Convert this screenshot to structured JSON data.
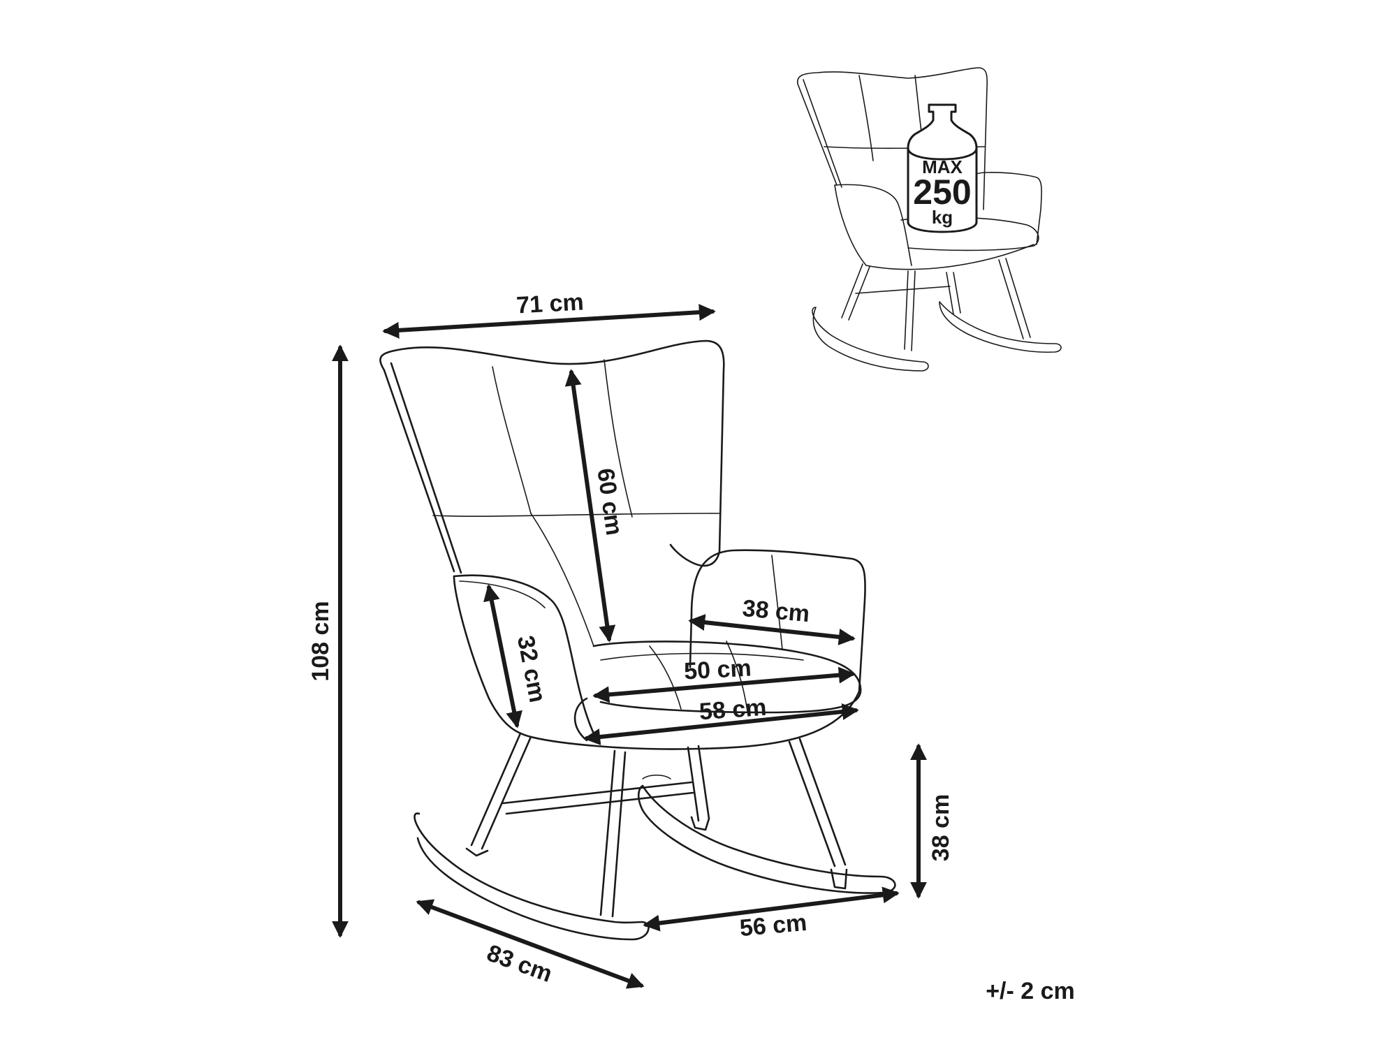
{
  "dimensions": {
    "width_total": "71 cm",
    "height_total": "108 cm",
    "backrest_height": "60 cm",
    "arm_height": "32 cm",
    "armrest_depth": "38 cm",
    "seat_depth": "50 cm",
    "seat_width": "58 cm",
    "seat_height": "38 cm",
    "depth_total": "83 cm",
    "rocker_span": "56 cm"
  },
  "load_badge": {
    "line1": "MAX",
    "line2": "250",
    "line3": "kg"
  },
  "tolerance": "+/- 2 cm",
  "colors": {
    "ink": "#1a1a1a",
    "background": "#ffffff"
  }
}
